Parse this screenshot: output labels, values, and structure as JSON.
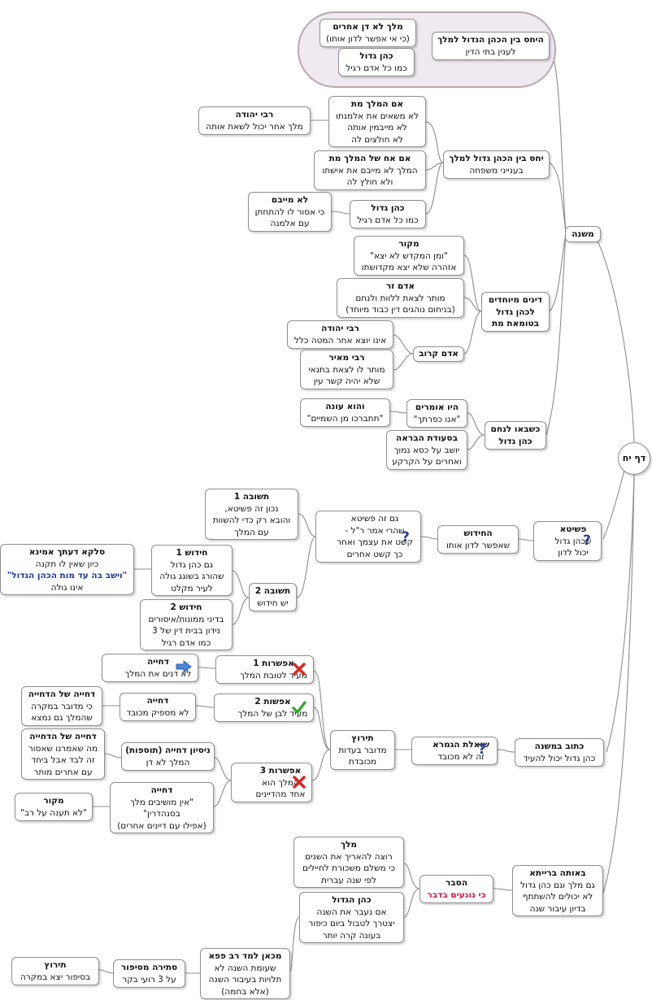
{
  "root": {
    "label": "דף יח"
  },
  "nodes": {
    "mishna": {
      "title": "משנה",
      "lines": []
    },
    "mishna_a": {
      "title": "היחס בין הכהן הגדול למלך",
      "lines": [
        "לענין בתי הדין"
      ]
    },
    "melech_lo_dan": {
      "title": "מלך לא דן אחרים",
      "lines": [
        "(כי אי אפשר לדון אותו)"
      ]
    },
    "kg_regular1": {
      "title": "כהן גדול",
      "lines": [
        "כמו כל אדם רגיל"
      ]
    },
    "mishna_b": {
      "title": "יחס בין הכהן גדול למלך",
      "lines": [
        "בענייני משפחה"
      ]
    },
    "im_hamelech_met": {
      "title": "אם המלך מת",
      "lines": [
        "לא משאים את אלמנתו",
        "לא מייבמין אותה",
        "לא חולצים לה"
      ]
    },
    "r_yehuda1": {
      "title": "רבי יהודה",
      "lines": [
        "מלך אחר יכול לשאת אותה"
      ]
    },
    "im_ach": {
      "title": "אם אח של המלך מת",
      "lines": [
        "המלך לא מייבם את אישתו",
        "ולא חולץ לה"
      ]
    },
    "kg_regular2": {
      "title": "כהן גדול",
      "lines": [
        "כמו כל אדם רגיל"
      ]
    },
    "lo_meyabem": {
      "title": "לא מייבם",
      "lines": [
        "כי אסור לו להתחתן",
        "עם אלמנה"
      ]
    },
    "mishna_c": {
      "title": "",
      "lines": [
        "דינים מיוחדים",
        "לכהן גדול",
        "בטומאת מת"
      ]
    },
    "makor1": {
      "title": "מקור",
      "lines": [
        "\"ומן המקדש לא יצא\"",
        "אזהרה שלא יצא מקדושתו"
      ]
    },
    "adam_zar": {
      "title": "אדם זר",
      "lines": [
        "מותר לצאת ללוות ולנחם",
        "(בניחום נוהגים דין כבוד מיוחד)"
      ]
    },
    "adam_karov": {
      "title": "אדם קרוב",
      "lines": []
    },
    "r_yehuda2": {
      "title": "רבי יהודה",
      "lines": [
        "אינו יוצא אחר המטה כלל"
      ]
    },
    "r_meir": {
      "title": "רבי מאיר",
      "lines": [
        "מותר לו לצאת בתנאי",
        "שלא יהיה קשר עין"
      ]
    },
    "mishna_d": {
      "title": "",
      "lines": [
        "כשבאו לנחם",
        "כהן גדול"
      ]
    },
    "hayu_omrim": {
      "title": "היו אומרים",
      "lines": [
        "\"אנו כפרתך\""
      ]
    },
    "vehu_one": {
      "title": "והוא עונה",
      "lines": [
        "\"תתברכו מן השמיים\""
      ]
    },
    "bseudat": {
      "title": "בסעודת הבראה",
      "lines": [
        "יושב על כסא נמוך",
        "ואחרים על הקרקע"
      ]
    },
    "pshita": {
      "title": "פשיטא",
      "lines": [
        "שכהן גדול",
        "יכול לדון"
      ]
    },
    "hachidush": {
      "title": "החידוש",
      "lines": [
        "שאפשר לדון אותו"
      ]
    },
    "gam_ze": {
      "title": "",
      "lines": [
        "גם זה פשיטא",
        "שהרי אמר ר\"ל -",
        "קשט את עצמך ואחר",
        "כך קשט אחרים"
      ]
    },
    "tshuva1": {
      "title": "תשובה 1",
      "lines": [
        "נכון זה פשיטא,",
        "והובא רק כדי להשוות",
        "עם המלך"
      ]
    },
    "tshuva2": {
      "title": "תשובה 2",
      "lines": [
        "יש חידוש"
      ]
    },
    "chidush1": {
      "title": "חידוש 1",
      "lines": [
        "גם כהן גדול",
        "שהורג בשוגג גולה",
        "לעיר מקלט"
      ]
    },
    "salka": {
      "title": "סלקא דעתך אמינא",
      "lines": [
        "כיון שאין לו תקנה",
        "\"וישב בה עד מות הכהן הגדול\"",
        "אינו גולה"
      ]
    },
    "chidush2": {
      "title": "חידוש 2",
      "lines": [
        "בדיני ממונות/איסורים",
        "נידון בבית דין של 3",
        "כמו אדם רגיל"
      ]
    },
    "katuv": {
      "title": "כתוב במשנה",
      "lines": [
        "כהן גדול יכול להעיד"
      ]
    },
    "shoelet": {
      "title": "שואלת הגמרא",
      "lines": [
        "זה לא מכובד"
      ]
    },
    "terutz1": {
      "title": "תירוץ",
      "lines": [
        "מדובר בעדות",
        "מכובדת"
      ]
    },
    "efsharut1": {
      "title": "אפשרות 1",
      "lines": [
        "מעיד לטובת המלך"
      ]
    },
    "dchiya1": {
      "title": "דחייה",
      "lines": [
        "לא דנים את המלך"
      ]
    },
    "efshut2": {
      "title": "אפשות 2",
      "lines": [
        "מעיד לבן של המלך"
      ]
    },
    "dchiya2": {
      "title": "דחייה",
      "lines": [
        "לא מספיק מכובד"
      ]
    },
    "dchiya_shel1": {
      "title": "דחייה של הדחייה",
      "lines": [
        "כי מדובר במקרה",
        "שהמלך גם נמצא"
      ]
    },
    "efsharut3": {
      "title": "אפשרות 3",
      "lines": [
        "המלך הוא",
        "אחד מהדיינים"
      ]
    },
    "nisyon": {
      "title": "ניסיון דחייה (תוספות)",
      "lines": [
        "המלך לא דן"
      ]
    },
    "dchiya_shel2": {
      "title": "דחייה של הדחייה",
      "lines": [
        "מה שאמרנו שאסור",
        "זה לבד אבל ביחד",
        "עם אחרים מותר"
      ]
    },
    "dchiya3": {
      "title": "דחייה",
      "lines": [
        "\"אין מושיבים מלך",
        "בסנהדרין\"",
        "(אפילו עם דיינים אחרים)"
      ]
    },
    "makor2": {
      "title": "מקור",
      "lines": [
        "\"לא תענה על רב\""
      ]
    },
    "baraita": {
      "title": "באותה ברייתא",
      "lines": [
        "גם מלך וגם כהן גדול",
        "לא יכולים להשתתף",
        "בדיון עיבור שנה"
      ]
    },
    "hesber": {
      "title": "הסבר",
      "lines": [
        "כי נוגעים בדבר"
      ]
    },
    "melech_r": {
      "title": "מלך",
      "lines": [
        "רוצה להאריך את השנים",
        "כי משלם משכורת לחיילים",
        "לפי שנה עברית"
      ]
    },
    "kohen_hagadol_r": {
      "title": "כהן הגדול",
      "lines": [
        "אם נעבר את השנה",
        "יצטרך לטבול ביום כיפור",
        "בעונה קרה יותר"
      ]
    },
    "mechon": {
      "title": "מכאן למד רב פפא",
      "lines": [
        "שעומת השנה לא",
        "תלויות בעיבור השנה",
        "(אלא בחמה)"
      ]
    },
    "stira": {
      "title": "סתירה מסיפור",
      "lines": [
        "על 3 רועי בקר"
      ]
    },
    "terutz2": {
      "title": "תירוץ",
      "lines": [
        "בסיפור יצא במקרה"
      ]
    }
  },
  "icons": {
    "q1": "question-mark-icon",
    "q2": "question-mark-icon",
    "q3": "question-mark-icon",
    "x1": "red-x-icon",
    "x2": "red-x-icon",
    "check": "green-check-icon",
    "arrow": "blue-arrow-icon"
  },
  "colors": {
    "emphasis_blue": "#1a3a96",
    "emphasis_red": "#d21a4a",
    "cloud_fill": "#f0e9ef"
  }
}
